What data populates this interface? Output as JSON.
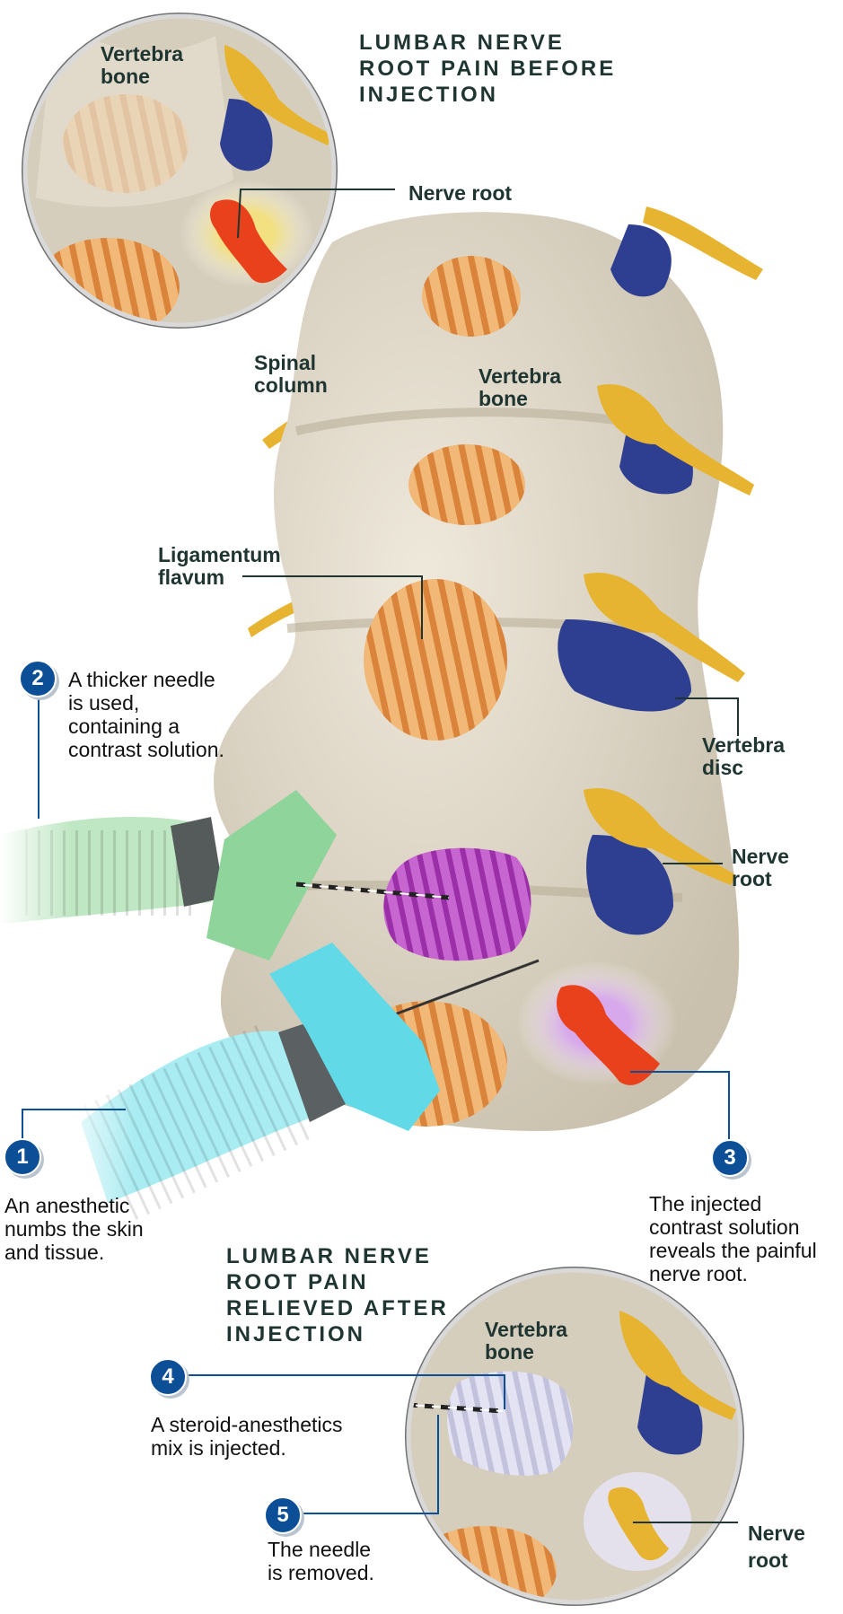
{
  "titles": {
    "before": "LUMBAR NERVE\nROOT PAIN BEFORE\nINJECTION",
    "after": "LUMBAR NERVE\nROOT PAIN\nRELIEVED AFTER\nINJECTION"
  },
  "labels": {
    "inset_top_vertebra_bone": "Vertebra\nbone",
    "inset_top_nerve_root": "Nerve root",
    "spinal_column": "Spinal\ncolumn",
    "vertebra_bone": "Vertebra\nbone",
    "ligamentum_flavum": "Ligamentum\nflavum",
    "vertebra_disc": "Vertebra\ndisc",
    "nerve_root": "Nerve\nroot",
    "inset_bottom_vertebra_bone": "Vertebra\nbone",
    "inset_bottom_nerve_root": "Nerve\nroot"
  },
  "steps": [
    {
      "number": "1",
      "text": "An anesthetic\nnumbs the skin\nand tissue."
    },
    {
      "number": "2",
      "text": "A thicker needle\nis used,\ncontaining a\ncontrast solution."
    },
    {
      "number": "3",
      "text": "The injected\ncontrast solution\nreveals the painful\nnerve root."
    },
    {
      "number": "4",
      "text": "A steroid-anesthetics\nmix is injected."
    },
    {
      "number": "5",
      "text": "The needle\nis removed."
    }
  ],
  "colors": {
    "label_text": "#1f3532",
    "badge": "#0d4f96",
    "leader_line": "#0d4f96",
    "bone": "#e3dccd",
    "disc_fiber": "#e39a4c",
    "vertebra_disc": "#2e3f91",
    "nerve": "#e7b432",
    "painful_nerve": "#e8411c",
    "contrast_disc": "#b74ac2",
    "syringe_green": "#8fd49a",
    "syringe_cyan": "#62d9e6"
  }
}
